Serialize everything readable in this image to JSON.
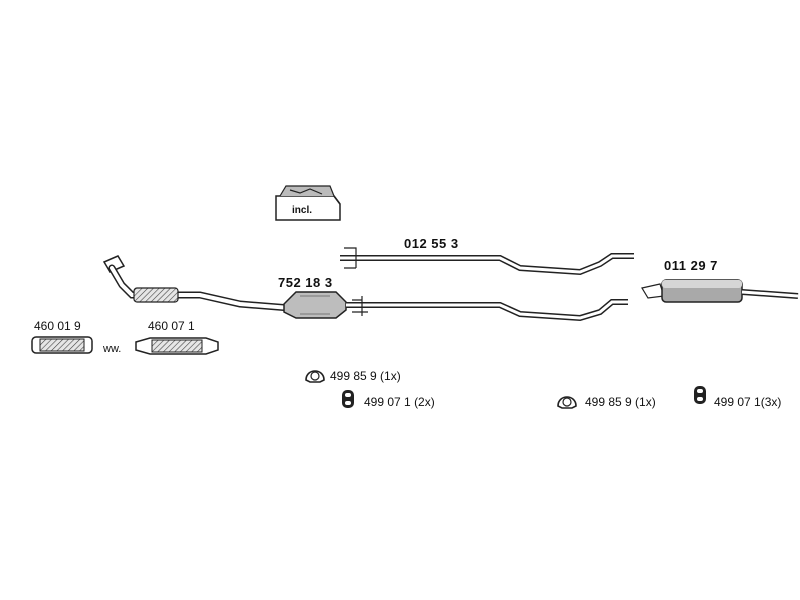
{
  "parts": {
    "front_pipe_flex": "460 01 9",
    "flex_alt": "460 07 1",
    "catalyst": "752 18 3",
    "middle_pipe": "012 55 3",
    "rear_silencer": "011 29 7"
  },
  "kit": {
    "label": "incl."
  },
  "separator": "ww.",
  "fittings": {
    "left_ring": "499 85 9 (1x)",
    "left_hanger": "499 07 1",
    "left_hanger_qty": "(2x)",
    "right_ring": "499 85 9 (1x)",
    "right_hanger": "499 07 1(3x)"
  },
  "icons": [
    "clamp-ring-icon",
    "rubber-hanger-icon",
    "fitting-kit-icon"
  ],
  "colors": {
    "line": "#222222",
    "fill_light": "#d8d8d8",
    "fill_dark": "#9a9a9a"
  }
}
